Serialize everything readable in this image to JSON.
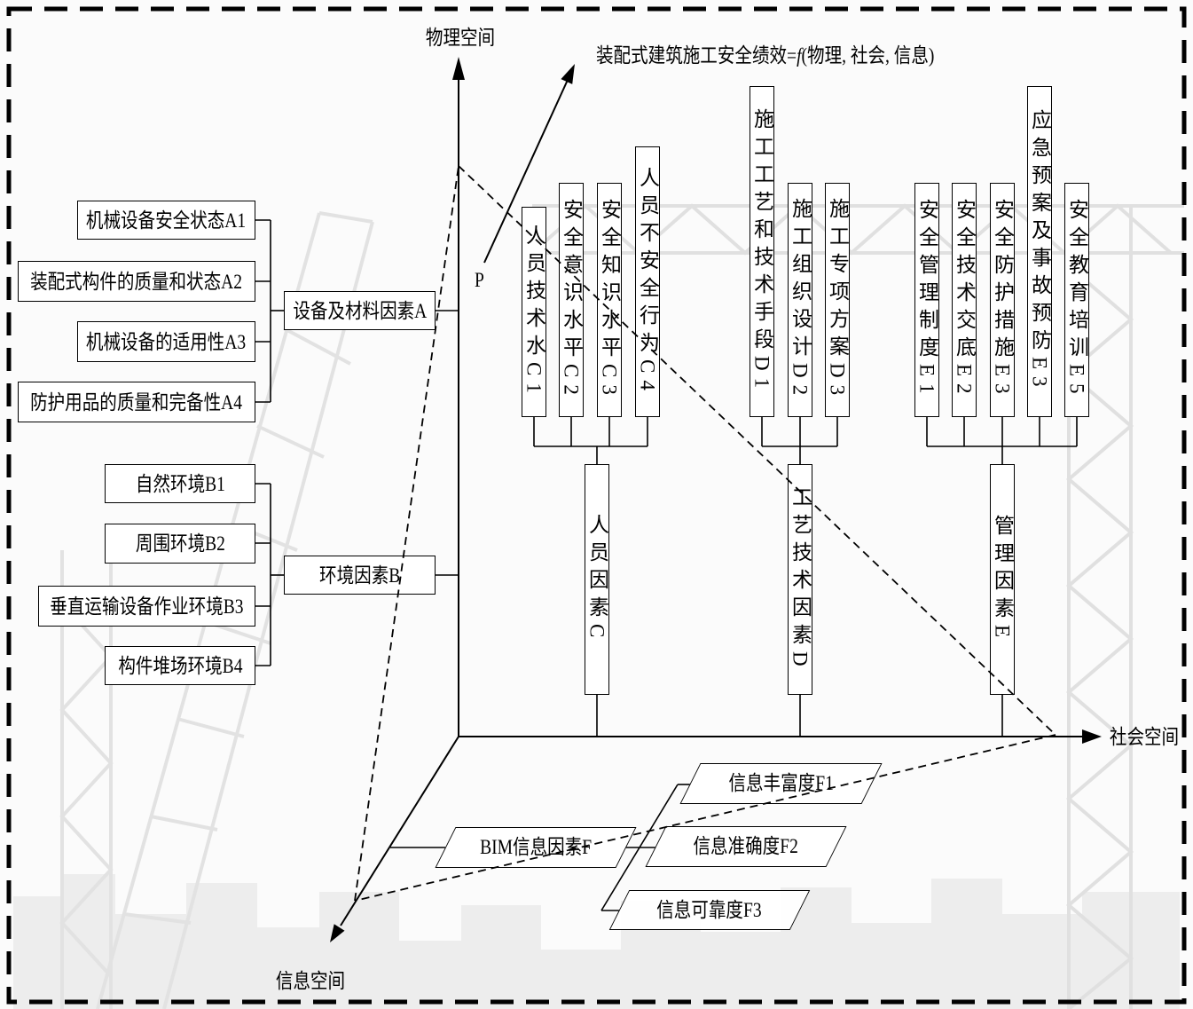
{
  "formula": {
    "prefix": "装配式建筑施工安全绩效=",
    "func": "f",
    "args": "(物理, 社会, 信息)"
  },
  "axes": {
    "physical_space": "物理空间",
    "social_space": "社会空间",
    "information_space": "信息空间"
  },
  "point_label": "P",
  "equipment_materials": {
    "label": "设备及材料因素A",
    "items": [
      "机械设备安全状态A1",
      "装配式构件的质量和状态A2",
      "机械设备的适用性A3",
      "防护用品的质量和完备性A4"
    ]
  },
  "environment": {
    "label": "环境因素B",
    "items": [
      "自然环境B1",
      "周围环境B2",
      "垂直运输设备作业环境B3",
      "构件堆场环境B4"
    ]
  },
  "personnel": {
    "label": "人员因素C",
    "items": [
      "人员技术水C1",
      "安全意识水平C2",
      "安全知识水平C3",
      "人员不安全行为C4"
    ]
  },
  "process_technology": {
    "label": "工艺技术因素D",
    "items": [
      "施工工艺和技术手段D1",
      "施工组织设计D2",
      "施工专项方案D3"
    ]
  },
  "management": {
    "label": "管理因素E",
    "items": [
      "安全管理制度E1",
      "安全技术交底E2",
      "安全防护措施E3",
      "应急预案及事故预防E3",
      "安全教育培训E5"
    ]
  },
  "bim_information": {
    "label": "BIM信息因素F",
    "items": [
      "信息丰富度F1",
      "信息准确度F2",
      "信息可靠度F3"
    ]
  }
}
